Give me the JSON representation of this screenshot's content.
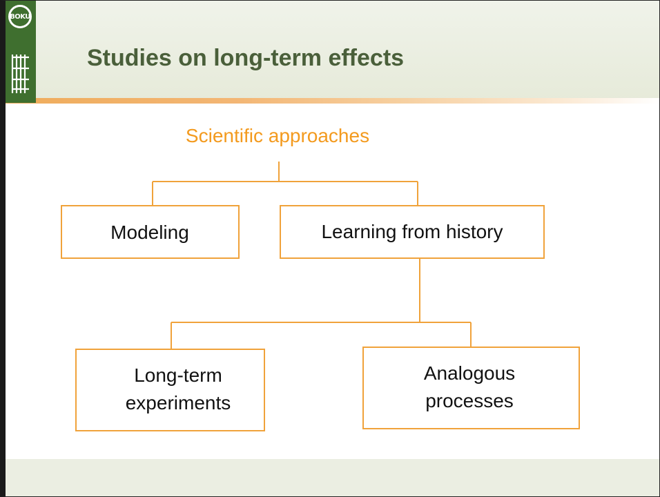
{
  "slide": {
    "title": "Studies on long-term effects",
    "logo_text": "BOKU"
  },
  "diagram": {
    "root": "Scientific approaches",
    "level1": [
      "Modeling",
      "Learning from history"
    ],
    "level2_parent": "Learning from history",
    "level2": [
      [
        "Long-term",
        "experiments"
      ],
      [
        "Analogous",
        "processes"
      ]
    ]
  },
  "colors": {
    "accent": "#f39a1e",
    "box_border": "#f0a23a",
    "title": "#4a5f3a",
    "header_bg": "#e9eddd",
    "logo_green": "#3f6f2f"
  }
}
